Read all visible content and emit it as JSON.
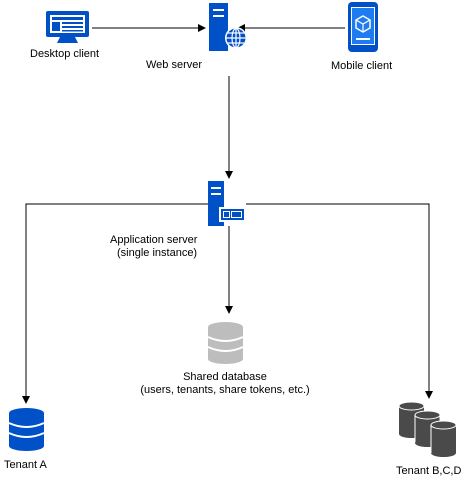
{
  "colors": {
    "primary": "#0050C8",
    "light_gray": "#BDBDBD",
    "dark_gray": "#4A4A4A",
    "line": "#000000"
  },
  "nodes": {
    "desktop_client": {
      "label": "Desktop client",
      "icon": "desktop-monitor-icon"
    },
    "web_server": {
      "label": "Web server",
      "icon": "web-server-globe-icon"
    },
    "mobile_client": {
      "label": "Mobile client",
      "icon": "mobile-phone-icon"
    },
    "application_server": {
      "label_line1": "Application server",
      "label_line2": "(single instance)",
      "icon": "application-server-icon"
    },
    "shared_database": {
      "label_line1": "Shared database",
      "label_line2": "(users, tenants, share tokens, etc.)",
      "icon": "database-cylinder-icon"
    },
    "tenant_a": {
      "label": "Tenant A",
      "icon": "database-cylinder-icon"
    },
    "tenant_bcd": {
      "label": "Tenant B,C,D",
      "icon": "database-cluster-icon"
    }
  }
}
